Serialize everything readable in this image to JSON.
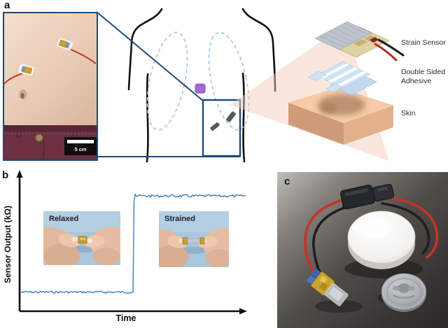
{
  "figure": {
    "description": "Three-panel scientific figure of a wearable strain sensor",
    "panels": {
      "a": "a",
      "b": "b",
      "c": "c"
    }
  },
  "panel_a": {
    "photo_scale_bar": "5 cm",
    "markers": {
      "device_marker": "purple-square-device-marker",
      "sensor_chips": "gray-strain-sensor-chips",
      "zoom_region": "sensor-placement-zoom-box"
    },
    "exploded_view_labels": {
      "strain_sensor": "Strain Sensor",
      "double_sided_adhesive": "Double Sided Adhesive",
      "skin": "Skin"
    }
  },
  "panel_b": {
    "insets": {
      "relaxed": "Relaxed",
      "strained": "Strained"
    }
  },
  "panel_c": {
    "content": "Sensor node photo with white circular module, strain sensor and quarter coin"
  },
  "chart_data": {
    "type": "line",
    "title": "",
    "xlabel": "Time",
    "ylabel": "Sensor Output (kΩ)",
    "x_axis": {
      "tick_labels": [],
      "arrow": true
    },
    "y_axis": {
      "tick_labels": [],
      "arrow": true
    },
    "grid": false,
    "legend": "none",
    "series": [
      {
        "name": "sensor-output-step-response",
        "color": "#2e75b6",
        "baseline_level_fraction": 0.14,
        "strained_level_fraction": 0.845,
        "step_x_fraction": 0.5,
        "noise_fraction": 0.008,
        "description": "Flat relaxed baseline with small noise, sharp step up at mid time when strained, flat strained plateau"
      }
    ],
    "annotations": [
      {
        "label": "Relaxed",
        "region": "baseline"
      },
      {
        "label": "Strained",
        "region": "plateau"
      }
    ]
  },
  "colors": {
    "accent_navy": "#1e4976",
    "lung_dashed_blue": "#9fc5e8",
    "marker_purple": "#a469d6",
    "zoom_cone_pink": "#f3cdbb",
    "curve_blue": "#2e75b6",
    "skin_block_top": "#f7cba7",
    "adhesive_blue": "#cfe2f4"
  }
}
